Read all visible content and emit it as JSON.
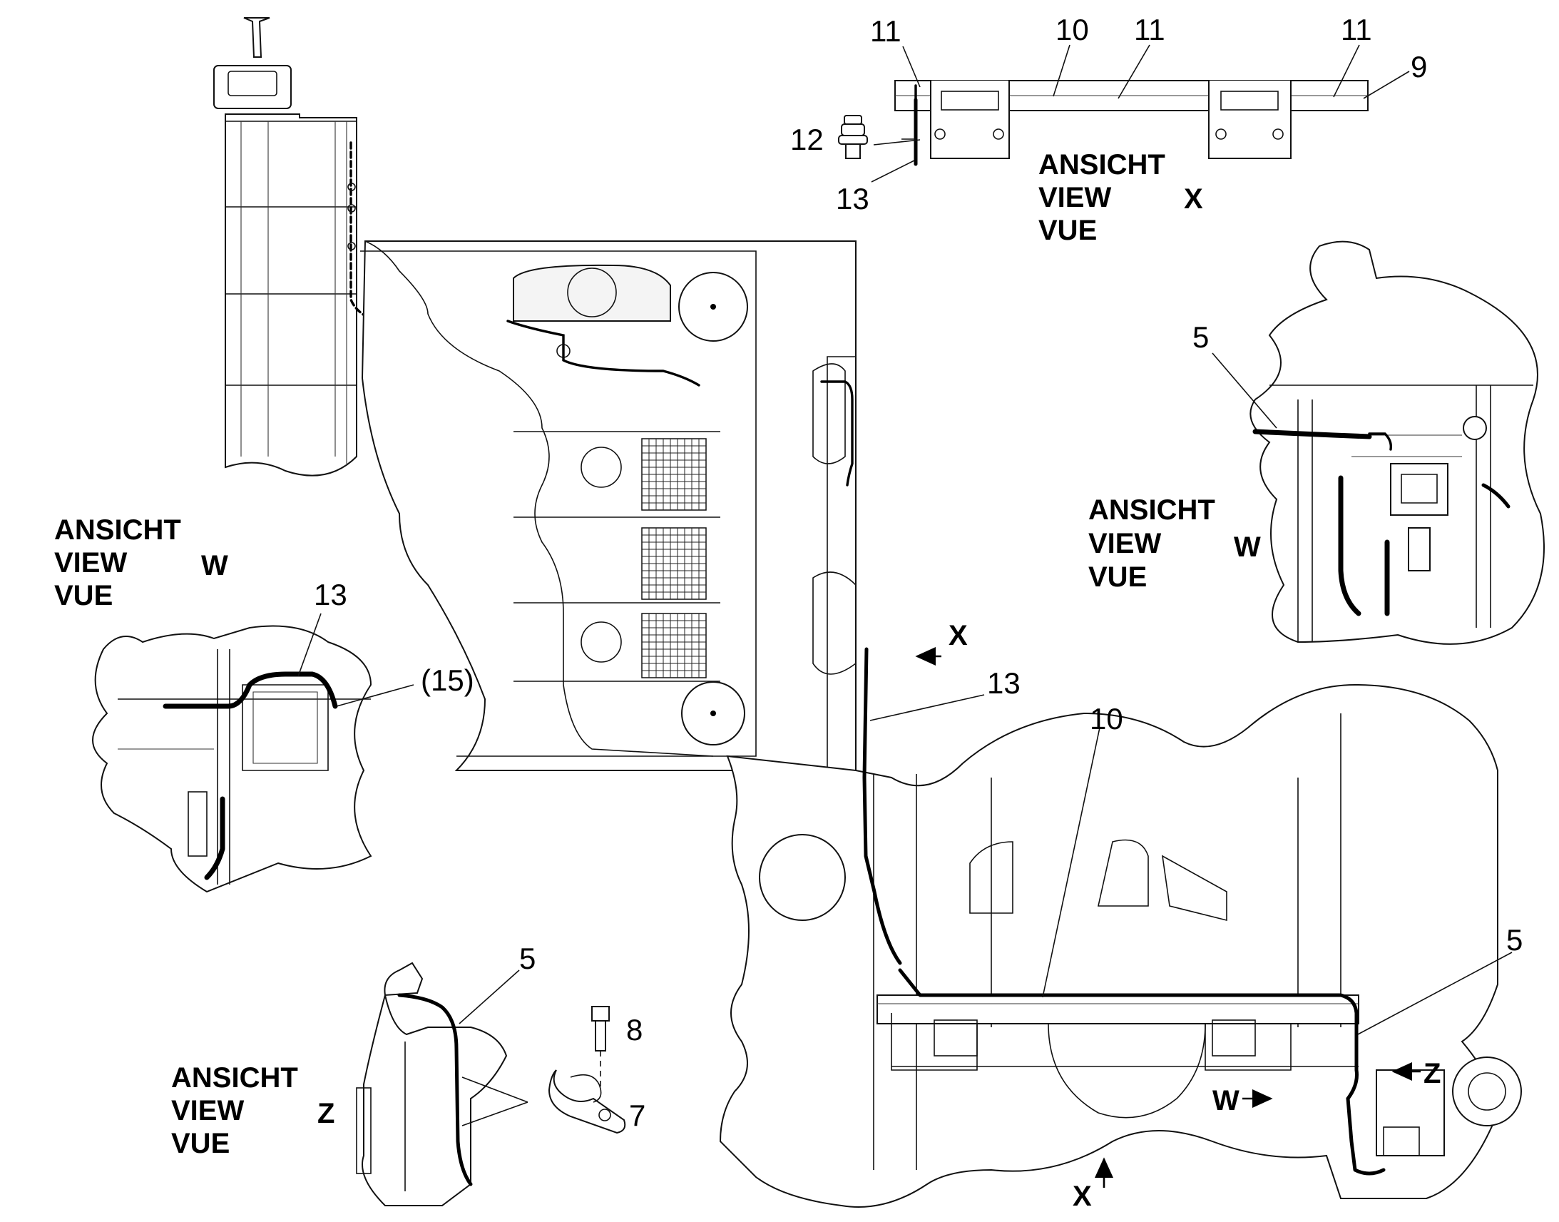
{
  "callouts": {
    "c11a": "11",
    "c10top": "10",
    "c11b": "11",
    "c11c": "11",
    "c9": "9",
    "c12": "12",
    "c13top": "13",
    "c5w": "5",
    "c13w": "13",
    "c15": "(15)",
    "c13mid": "13",
    "c10mid": "10",
    "c5z": "5",
    "c8": "8",
    "c7": "7",
    "c5right": "5"
  },
  "views": {
    "x": {
      "l1": "ANSICHT",
      "l2": "VIEW",
      "l3": "VUE",
      "letter": "X"
    },
    "w_right": {
      "l1": "ANSICHT",
      "l2": "VIEW",
      "l3": "VUE",
      "letter": "W"
    },
    "w_left": {
      "l1": "ANSICHT",
      "l2": "VIEW",
      "l3": "VUE",
      "letter": "W"
    },
    "z": {
      "l1": "ANSICHT",
      "l2": "VIEW",
      "l3": "VUE",
      "letter": "Z"
    }
  },
  "arrows": {
    "x_side": "X",
    "x_bottom": "X",
    "w": "W",
    "z": "Z"
  }
}
